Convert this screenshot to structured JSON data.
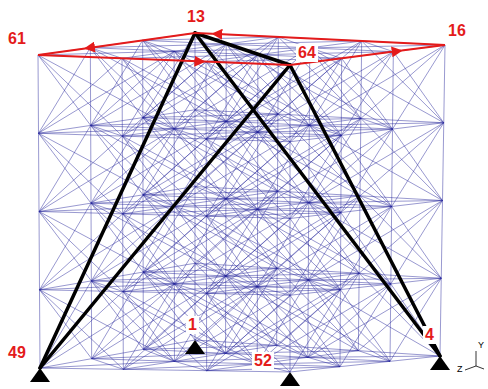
{
  "diagram": {
    "labels": [
      "13",
      "61",
      "64",
      "16",
      "49",
      "1",
      "52",
      "4",
      "Y",
      "Z"
    ]
  }
}
